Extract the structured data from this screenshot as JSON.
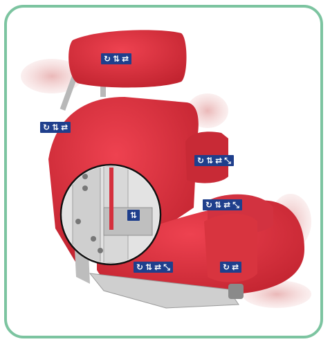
{
  "colors": {
    "frame": "#7cc4a0",
    "seat_red": "#e0303c",
    "seat_red_dark": "#b8202c",
    "label_bg": "#1f3f8c",
    "label_fg": "#ffffff",
    "metal": "#c9c9c9"
  },
  "labels": [
    {
      "id": "headrest",
      "icons": [
        "rotate-icon",
        "up-down-arrows-icon",
        "left-right-arrows-icon"
      ]
    },
    {
      "id": "backrest",
      "icons": [
        "rotate-icon",
        "up-down-arrows-icon",
        "left-right-arrows-icon"
      ]
    },
    {
      "id": "side-support",
      "icons": [
        "rotate-icon",
        "up-down-arrows-icon",
        "left-right-arrows-icon",
        "diagonal-arrows-icon"
      ]
    },
    {
      "id": "armrest",
      "icons": [
        "rotate-icon",
        "up-down-arrows-icon",
        "left-right-arrows-icon",
        "diagonal-arrows-icon"
      ]
    },
    {
      "id": "mechanism-detail",
      "icons": [
        "up-down-arrows-icon"
      ]
    },
    {
      "id": "seat-cushion",
      "icons": [
        "rotate-icon",
        "up-down-arrows-icon",
        "left-right-arrows-icon",
        "diagonal-arrows-icon"
      ]
    },
    {
      "id": "abductor",
      "icons": [
        "rotate-icon",
        "left-right-arrows-icon"
      ]
    }
  ],
  "glyphs": {
    "rotate-icon": "↻",
    "up-down-arrows-icon": "⇅",
    "left-right-arrows-icon": "⇄",
    "diagonal-arrows-icon": "⤡"
  }
}
